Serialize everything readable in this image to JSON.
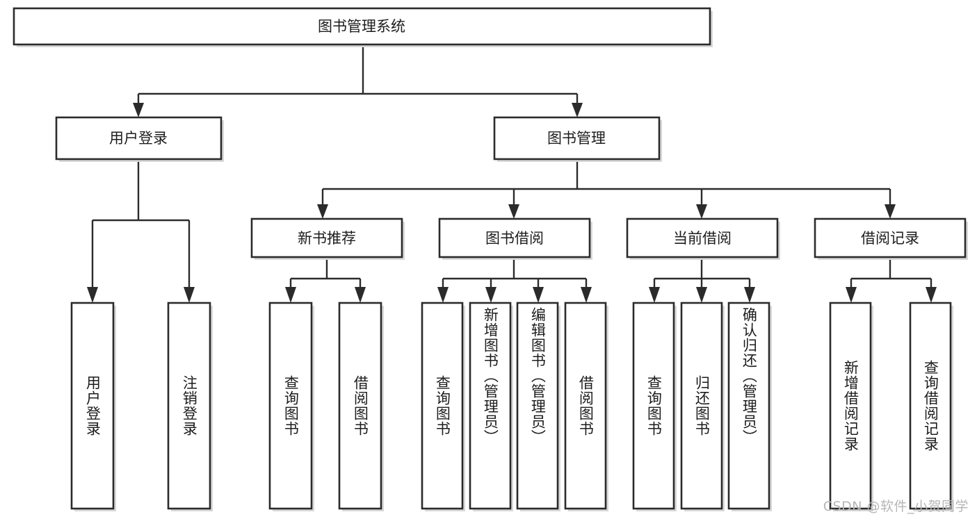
{
  "diagram": {
    "type": "tree",
    "title": "图书管理系统",
    "watermark": "CSDN @软件_小贺同学",
    "colors": {
      "stroke": "#2b2b2b",
      "fill": "#ffffff",
      "text": "#1c1c1c",
      "watermark": "#b6b6b6"
    },
    "levels": {
      "root": {
        "label": "图书管理系统"
      },
      "level2": [
        {
          "label": "用户登录"
        },
        {
          "label": "图书管理"
        }
      ],
      "level3": [
        {
          "label": "新书推荐"
        },
        {
          "label": "图书借阅"
        },
        {
          "label": "当前借阅"
        },
        {
          "label": "借阅记录"
        }
      ]
    },
    "leaves": {
      "user_login": [
        {
          "label": "用户登录"
        },
        {
          "label": "注销登录"
        }
      ],
      "new_book_recommend": [
        {
          "label": "查询图书"
        },
        {
          "label": "借阅图书"
        }
      ],
      "book_borrow": [
        {
          "label": "查询图书"
        },
        {
          "label": "新增图书（管理员）"
        },
        {
          "label": "编辑图书（管理员）"
        },
        {
          "label": "借阅图书"
        }
      ],
      "current_borrow": [
        {
          "label": "查询图书"
        },
        {
          "label": "归还图书"
        },
        {
          "label": "确认归还（管理员）"
        }
      ],
      "borrow_record": [
        {
          "label": "新增借阅记录"
        },
        {
          "label": "查询借阅记录"
        }
      ]
    }
  }
}
